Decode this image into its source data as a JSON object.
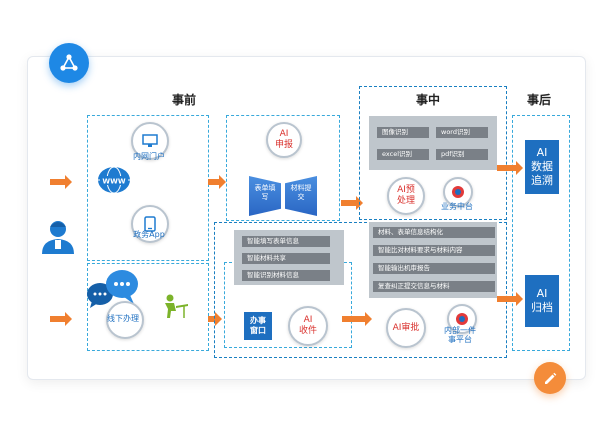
{
  "phases": {
    "before": "事前",
    "during": "事中",
    "after": "事后"
  },
  "channels": {
    "portal": "内网门户",
    "app": "政务App",
    "offline": "线下办理"
  },
  "ai_report": {
    "circle": "AI\n申报",
    "box1": "表单填\n写",
    "box2": "材料提\n交"
  },
  "recognition_bars": [
    "图像识别",
    "word识别",
    "excel识别",
    "pdf识别"
  ],
  "ai_pre": {
    "circle": "AI预\n处理",
    "badge": "业务中台"
  },
  "receive_bars": [
    "智能填写表单信息",
    "智能材料共享",
    "智能识别材料信息"
  ],
  "office_window": "办事\n窗口",
  "ai_receive": "AI\n收件",
  "review_bars": [
    "材料、表单信息结构化",
    "智能比对材料要求与材料内容",
    "智能输出机审报告",
    "复查纠正提交信息与材料"
  ],
  "ai_review": {
    "circle": "AI审批",
    "badge": "内部一件\n事平台"
  },
  "post": {
    "trace": "AI\n数据\n追溯",
    "archive": "AI\n归档"
  },
  "colors": {
    "accent_blue": "#1e6fc0",
    "arrow_orange": "#f07f2f",
    "dashed": "#38a9db"
  },
  "icons": [
    "share-icon",
    "edit-icon",
    "user-icon",
    "www-globe-icon",
    "monitor-icon",
    "mobile-icon",
    "chat-bubble-icon",
    "desk-worker-icon"
  ]
}
